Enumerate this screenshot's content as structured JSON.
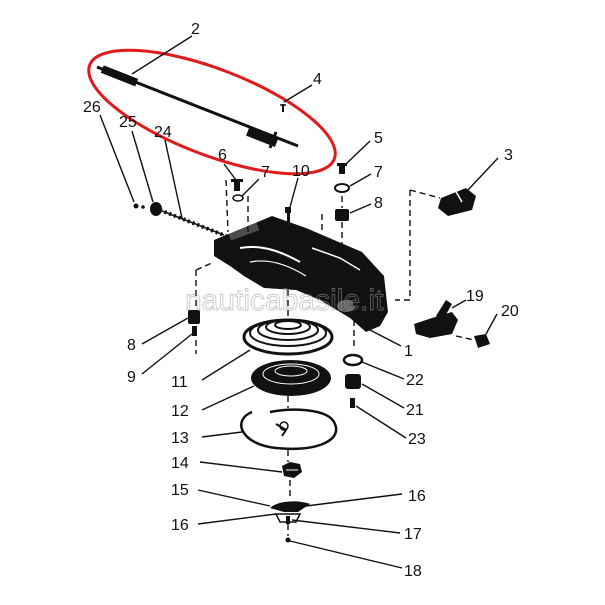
{
  "watermark": "nauticabasile.it",
  "highlight_color": "#e01b1b",
  "callouts": [
    {
      "id": "2",
      "label": "2"
    },
    {
      "id": "4",
      "label": "4"
    },
    {
      "id": "26",
      "label": "26"
    },
    {
      "id": "25",
      "label": "25"
    },
    {
      "id": "24",
      "label": "24"
    },
    {
      "id": "6",
      "label": "6"
    },
    {
      "id": "7a",
      "label": "7"
    },
    {
      "id": "10",
      "label": "10"
    },
    {
      "id": "5",
      "label": "5"
    },
    {
      "id": "7b",
      "label": "7"
    },
    {
      "id": "3",
      "label": "3"
    },
    {
      "id": "8a",
      "label": "8"
    },
    {
      "id": "19",
      "label": "19"
    },
    {
      "id": "20",
      "label": "20"
    },
    {
      "id": "8b",
      "label": "8"
    },
    {
      "id": "9",
      "label": "9"
    },
    {
      "id": "1",
      "label": "1"
    },
    {
      "id": "11",
      "label": "11"
    },
    {
      "id": "22",
      "label": "22"
    },
    {
      "id": "12",
      "label": "12"
    },
    {
      "id": "21",
      "label": "21"
    },
    {
      "id": "13",
      "label": "13"
    },
    {
      "id": "23",
      "label": "23"
    },
    {
      "id": "14",
      "label": "14"
    },
    {
      "id": "15",
      "label": "15"
    },
    {
      "id": "16a",
      "label": "16"
    },
    {
      "id": "16b",
      "label": "16"
    },
    {
      "id": "17",
      "label": "17"
    },
    {
      "id": "18",
      "label": "18"
    }
  ]
}
